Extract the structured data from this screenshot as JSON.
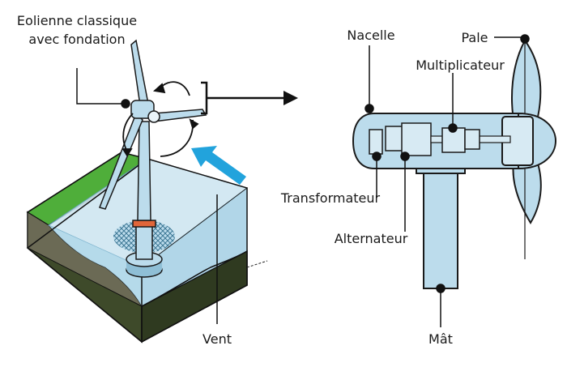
{
  "labels": {
    "turbine": [
      "Eolienne classique",
      "avec fondation"
    ],
    "vent": "Vent",
    "nacelle": "Nacelle",
    "pale": "Pale",
    "multiplicateur": "Multiplicateur",
    "transformateur": "Transformateur",
    "alternateur": "Alternateur",
    "mat": "Mât"
  },
  "colors": {
    "sea": "#bfe0ee",
    "grass": "#4fae3a",
    "soil": "#3e4a2a",
    "turbine": "#bcdcec",
    "wind_arrow": "#22a3dc",
    "flange": "#e0663a"
  }
}
